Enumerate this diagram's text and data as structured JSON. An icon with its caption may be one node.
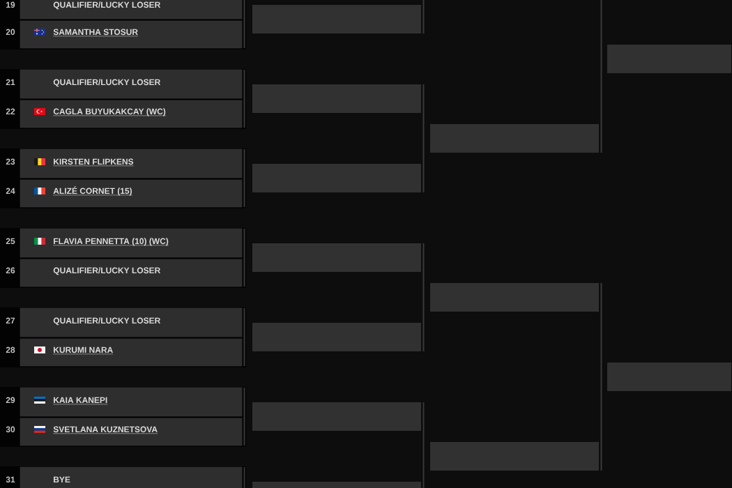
{
  "diagram": {
    "nodes": [
      {
        "text": [
          "QUALIFIER/LUCKY LOSER"
        ],
        "beside": [
          "19"
        ]
      },
      {
        "text": [
          "SAMANTHA STOSUR"
        ],
        "beside": [
          "20"
        ]
      },
      {
        "text": [
          "QUALIFIER/LUCKY LOSER"
        ],
        "beside": [
          "21"
        ]
      },
      {
        "text": [
          "CAGLA BUYUKAKCAY (WC)"
        ],
        "beside": [
          "22"
        ]
      },
      {
        "text": [
          "KIRSTEN FLIPKENS"
        ],
        "beside": [
          "23"
        ]
      },
      {
        "text": [
          "ALIZÉ CORNET (15)"
        ],
        "beside": [
          "24"
        ]
      },
      {
        "text": [
          "FLAVIA PENNETTA (10) (WC)"
        ],
        "beside": [
          "25"
        ]
      },
      {
        "text": [
          "QUALIFIER/LUCKY LOSER"
        ],
        "beside": [
          "26"
        ]
      },
      {
        "text": [
          "QUALIFIER/LUCKY LOSER"
        ],
        "beside": [
          "27"
        ]
      },
      {
        "text": [
          "KURUMI NARA"
        ],
        "beside": [
          "28"
        ]
      },
      {
        "text": [
          "KAIA KANEPI"
        ],
        "beside": [
          "29"
        ]
      },
      {
        "text": [
          "SVETLANA KUZNETSOVA"
        ],
        "beside": [
          "30"
        ]
      },
      {
        "text": [
          "BYE"
        ],
        "beside": [
          "31"
        ]
      },
      {
        "text": [],
        "shape": "box"
      },
      {
        "text": [],
        "shape": "box"
      },
      {
        "text": [],
        "shape": "box"
      },
      {
        "text": [],
        "shape": "box"
      },
      {
        "text": [],
        "shape": "box"
      },
      {
        "text": [],
        "shape": "box"
      },
      {
        "text": [],
        "shape": "box"
      },
      {
        "text": [],
        "shape": "box"
      },
      {
        "text": [],
        "shape": "box"
      },
      {
        "text": [],
        "shape": "box"
      },
      {
        "text": [],
        "shape": "box"
      },
      {
        "text": [],
        "shape": "box"
      }
    ],
    "edges": [
      {
        "from": 0,
        "to": 1,
        "arrow": "none"
      },
      {
        "from": 2,
        "to": 3,
        "arrow": "none"
      },
      {
        "from": 4,
        "to": 5,
        "arrow": "none"
      },
      {
        "from": 6,
        "to": 7,
        "arrow": "none"
      },
      {
        "from": 8,
        "to": 9,
        "arrow": "none"
      },
      {
        "from": 10,
        "to": 11,
        "arrow": "none"
      },
      {
        "from": 12,
        "to": null,
        "arrow": "none"
      },
      {
        "from": null,
        "to": 13,
        "arrow": "none"
      },
      {
        "from": 14,
        "to": 15,
        "arrow": "none"
      },
      {
        "from": 16,
        "to": 17,
        "arrow": "none"
      },
      {
        "from": 18,
        "to": 19,
        "arrow": "none"
      },
      {
        "from": null,
        "to": 20,
        "arrow": "none"
      },
      {
        "from": 21,
        "to": 22,
        "arrow": "none"
      }
    ]
  }
}
